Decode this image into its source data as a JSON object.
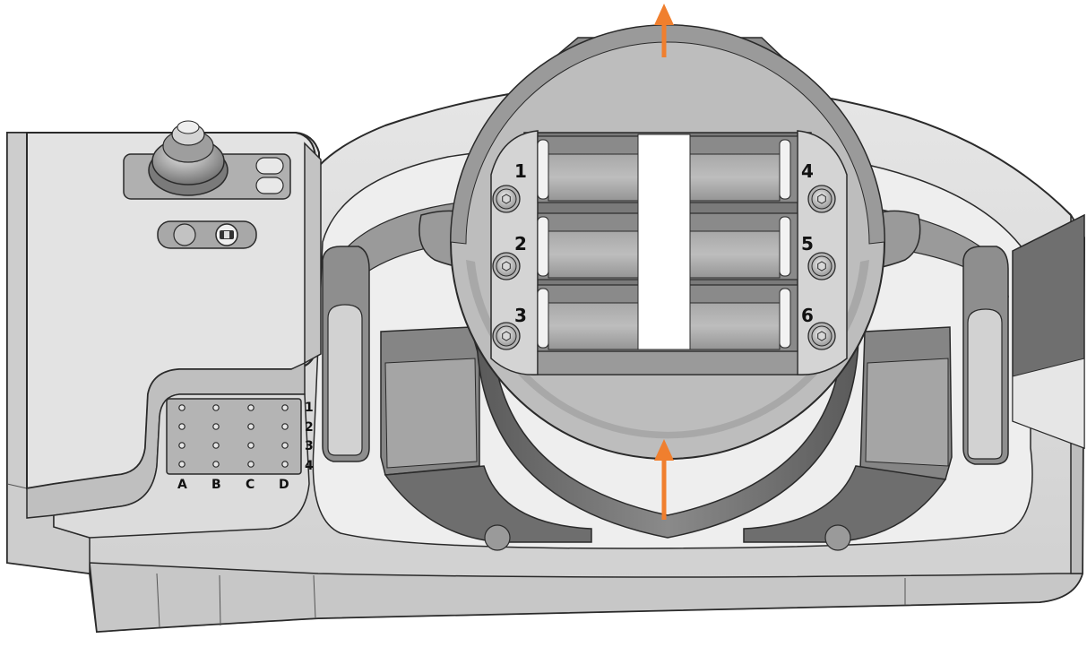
{
  "clamp_numbers": [
    "1",
    "2",
    "3",
    "4",
    "5",
    "6"
  ],
  "grid_rows": [
    "1",
    "2",
    "3",
    "4"
  ],
  "grid_cols": [
    "A",
    "B",
    "C",
    "D"
  ],
  "colors": {
    "body_light": "#e0e0e0",
    "body_mid": "#c4c4c4",
    "body_dark": "#8e8e8e",
    "dark_metal": "#6e6e6e",
    "edge": "#2a2a2a",
    "arrow": "#f07f2e"
  },
  "icons": {
    "arrows": "arrow-up-icon",
    "screws": "hex-socket-screw-icon",
    "knob": "locking-knob-icon"
  }
}
